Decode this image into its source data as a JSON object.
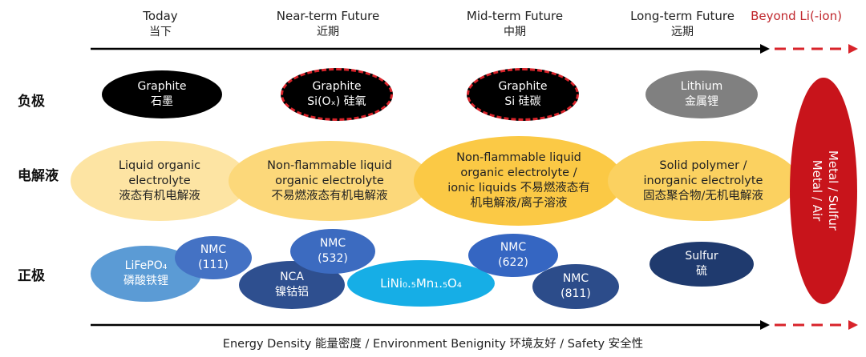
{
  "eras": [
    {
      "en": "Today",
      "cn": "当下"
    },
    {
      "en": "Near-term Future",
      "cn": "近期"
    },
    {
      "en": "Mid-term Future",
      "cn": "中期"
    },
    {
      "en": "Long-term Future",
      "cn": "远期"
    },
    {
      "en": "Beyond Li(-ion)",
      "cn": ""
    }
  ],
  "rows": {
    "anode": "负极",
    "electrolyte": "电解液",
    "cathode": "正极"
  },
  "anode": [
    {
      "l1": "Graphite",
      "l2": "石墨"
    },
    {
      "l1": "Graphite",
      "l2": "Si(Oₓ) 硅氧"
    },
    {
      "l1": "Graphite",
      "l2": "Si 硅碳"
    },
    {
      "l1": "Lithium",
      "l2": "金属锂"
    }
  ],
  "electrolyte": [
    {
      "l1": "Liquid organic",
      "l2": "electrolyte",
      "l3": "液态有机电解液"
    },
    {
      "l1": "Non-flammable liquid",
      "l2": "organic electrolyte",
      "l3": "不易燃液态有机电解液"
    },
    {
      "l1": "Non-flammable liquid",
      "l2": "organic electrolyte /",
      "l3": "ionic liquids 不易燃液态有",
      "l4": "机电解液/离子溶液"
    },
    {
      "l1": "Solid polymer /",
      "l2": "inorganic electrolyte",
      "l3": "固态聚合物/无机电解液"
    }
  ],
  "cathode": [
    {
      "l1": "LiFePO₄",
      "l2": "磷酸铁锂"
    },
    {
      "l1": "NMC",
      "l2": "(111)"
    },
    {
      "l1": "NCA",
      "l2": "镍钴铝"
    },
    {
      "l1": "NMC",
      "l2": "(532)"
    },
    {
      "l1": "LiNi₀.₅Mn₁.₅O₄"
    },
    {
      "l1": "NMC",
      "l2": "(622)"
    },
    {
      "l1": "NMC",
      "l2": "(811)"
    },
    {
      "l1": "Sulfur",
      "l2": "硫"
    }
  ],
  "beyond": {
    "l1": "Metal / Sulfur",
    "l2": "Metal / Air"
  },
  "footer": "Energy Density 能量密度  / Environment Benignity 环境友好  / Safety 安全性",
  "colors": {
    "accent_red": "#c8141b",
    "arrow": "#000000",
    "electrolyte": "#fbd160"
  }
}
